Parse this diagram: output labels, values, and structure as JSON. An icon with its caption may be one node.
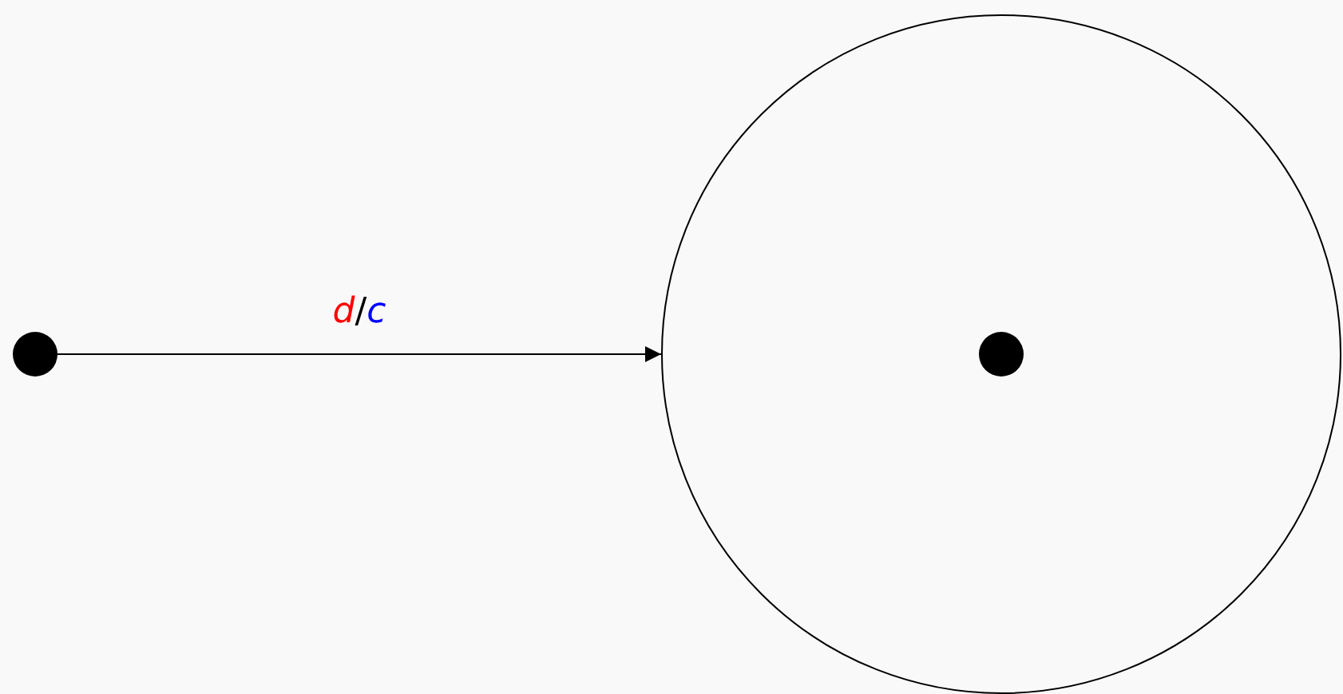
{
  "diagram": {
    "nodes": [
      {
        "text": [],
        "shape": "circle"
      },
      {
        "text": [],
        "shape": "circle"
      },
      {
        "text": [],
        "shape": "circle",
        "in": 1
      }
    ],
    "edges": [
      {
        "from": 0,
        "to": 1,
        "arrow": "to",
        "label": "d/c"
      }
    ]
  }
}
